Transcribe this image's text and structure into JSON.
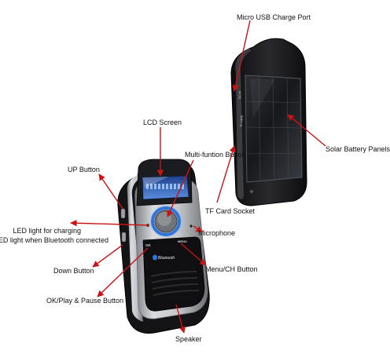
{
  "labels": {
    "micro_usb": "Micro USB Charge Port",
    "solar_panels": "Solar Battery Panels",
    "lcd_screen": "LCD Screen",
    "multi_function": "Multi-funtion Button",
    "up_button": "UP Button",
    "tf_card": "TF Card Socket",
    "led_charging": "LED light for charging",
    "led_bluetooth": "LED light when Bluetooth connected",
    "microphone": "Microphone",
    "down_button": "Down Button",
    "menu_ch": "Menu/CH Button",
    "ok_play": "OK/Play & Pause Button",
    "speaker": "Speaker"
  },
  "device_text": {
    "brand": "Bluetooth",
    "ok": "OK",
    "menu": "MENU",
    "tf_card": "TF CARD",
    "dc": "DC 5V"
  },
  "colors": {
    "arrow": "#c81414",
    "body_black": "#1a1a1a",
    "silver": "#b9bcc0",
    "lcd_blue": "#3a6ec8",
    "ring_blue": "#2f74d8"
  }
}
